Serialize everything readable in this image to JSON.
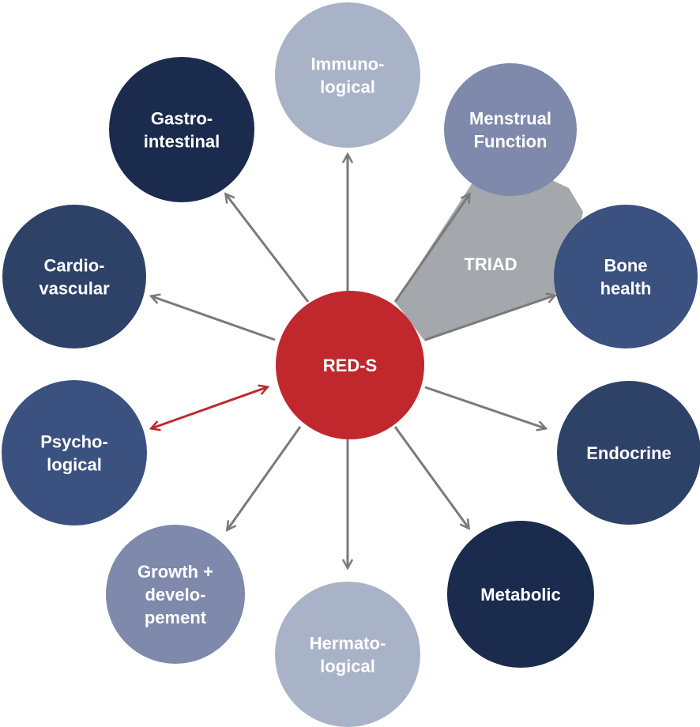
{
  "colors": {
    "center": "#c0282d",
    "arrow": "#7a7a7a",
    "bidirectional_arrow": "#c0282d",
    "triad_fill": "#a4a7ab",
    "node_text": "#ffffff"
  },
  "center": {
    "label": "RED-S"
  },
  "triad": {
    "label": "TRIAD"
  },
  "nodes": [
    {
      "id": "immunological",
      "lines": [
        "Immuno-",
        "logical"
      ],
      "color": "#a9b3c8"
    },
    {
      "id": "menstrual-function",
      "lines": [
        "Menstrual",
        "Function"
      ],
      "color": "#7e89ac"
    },
    {
      "id": "bone-health",
      "lines": [
        "Bone",
        "health"
      ],
      "color": "#3b5180"
    },
    {
      "id": "endocrine",
      "lines": [
        "Endocrine"
      ],
      "color": "#2e4268"
    },
    {
      "id": "metabolic",
      "lines": [
        "Metabolic"
      ],
      "color": "#1b2b4d"
    },
    {
      "id": "hermatological",
      "lines": [
        "Hermato-",
        "logical"
      ],
      "color": "#a9b3c8"
    },
    {
      "id": "growth-development",
      "lines": [
        "Growth +",
        "develo-",
        "pement"
      ],
      "color": "#7e89ac"
    },
    {
      "id": "psychological",
      "lines": [
        "Psycho-",
        "logical"
      ],
      "color": "#3b5180"
    },
    {
      "id": "cardiovascular",
      "lines": [
        "Cardio-",
        "vascular"
      ],
      "color": "#2e4268"
    },
    {
      "id": "gastrointestinal",
      "lines": [
        "Gastro-",
        "intestinal"
      ],
      "color": "#1b2b4d"
    }
  ],
  "links": [
    {
      "to": "immunological",
      "type": "arrow"
    },
    {
      "to": "endocrine",
      "type": "arrow"
    },
    {
      "to": "metabolic",
      "type": "arrow"
    },
    {
      "to": "hermatological",
      "type": "arrow"
    },
    {
      "to": "growth-development",
      "type": "arrow"
    },
    {
      "to": "psychological",
      "type": "bidirectional"
    },
    {
      "to": "cardiovascular",
      "type": "arrow"
    },
    {
      "to": "gastrointestinal",
      "type": "arrow"
    }
  ]
}
